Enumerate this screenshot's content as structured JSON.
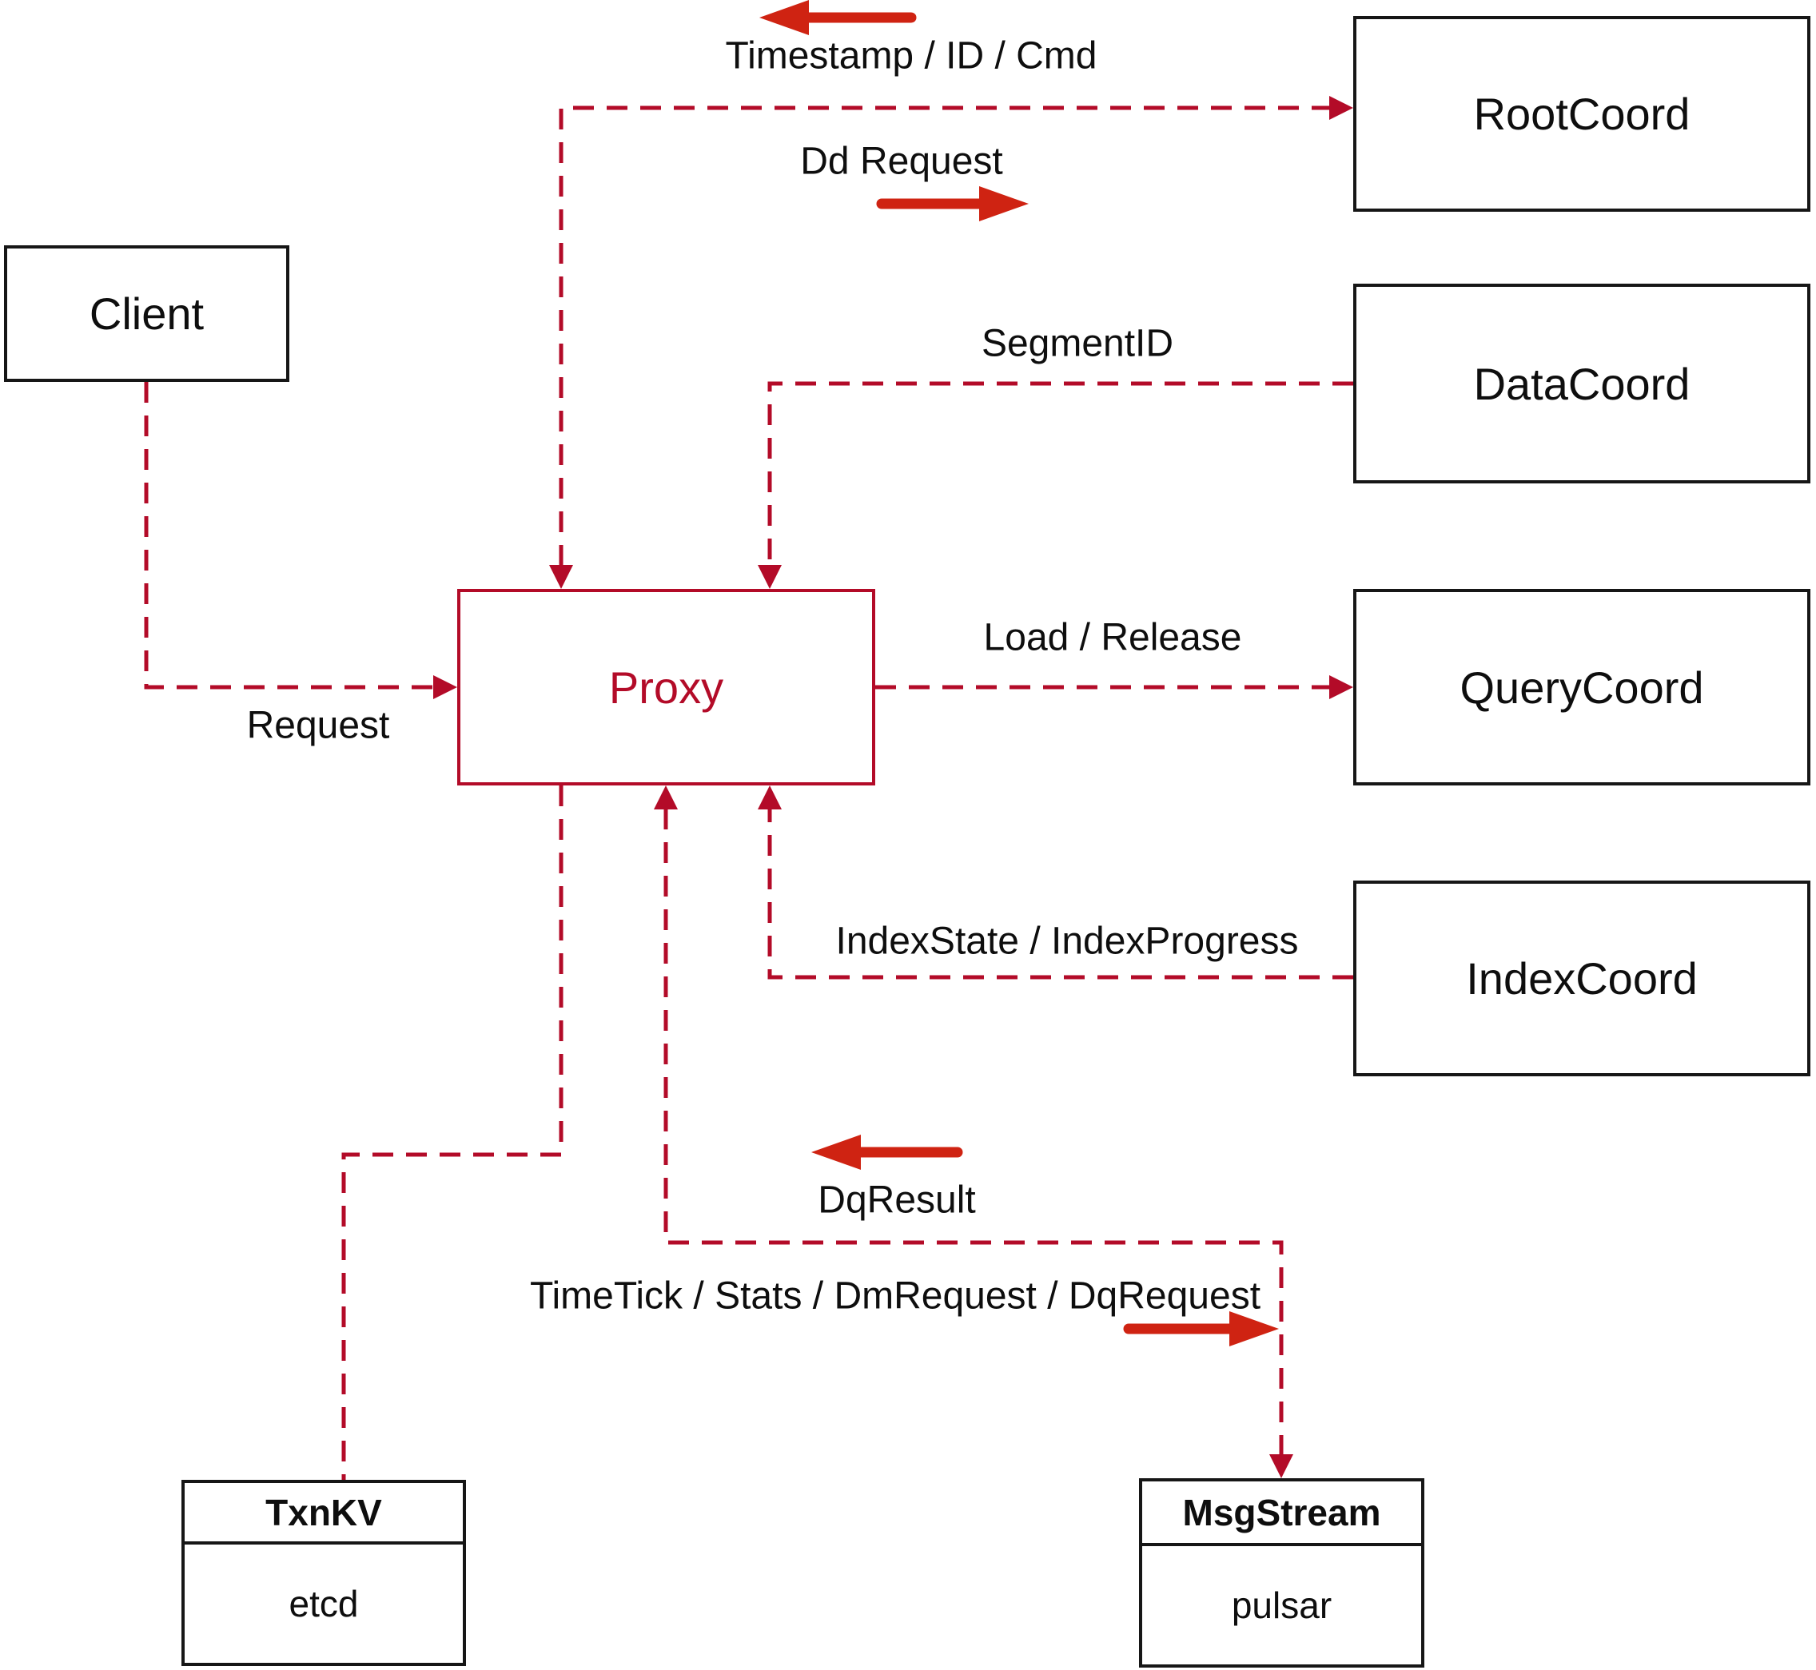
{
  "colors": {
    "line_red": "#b30b28",
    "arrow_red": "#cf2312",
    "box_border": "#161616",
    "text": "#0e0e0e",
    "background": "#ffffff"
  },
  "nodes": {
    "client": {
      "label": "Client"
    },
    "proxy": {
      "label": "Proxy"
    },
    "root_coord": {
      "label": "RootCoord"
    },
    "data_coord": {
      "label": "DataCoord"
    },
    "query_coord": {
      "label": "QueryCoord"
    },
    "index_coord": {
      "label": "IndexCoord"
    },
    "txn_kv": {
      "title": "TxnKV",
      "subtitle": "etcd"
    },
    "msg_stream": {
      "title": "MsgStream",
      "subtitle": "pulsar"
    }
  },
  "edge_labels": {
    "timestamp": "Timestamp / ID / Cmd",
    "dd_request": "Dd Request",
    "segment_id": "SegmentID",
    "load_release": "Load / Release",
    "index_state": "IndexState / IndexProgress",
    "request": "Request",
    "dq_result": "DqResult",
    "time_tick": "TimeTick / Stats / DmRequest / DqRequest"
  }
}
